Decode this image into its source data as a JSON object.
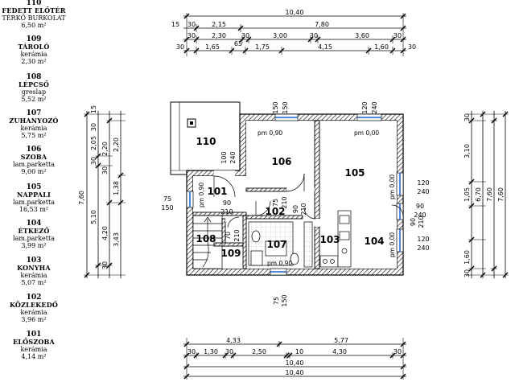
{
  "rooms": [
    {
      "num": "110",
      "name": "FEDETT ELŐTÉR",
      "mat": "TÉRKŐ BURKOLAT",
      "area": "6,50 m²"
    },
    {
      "num": "109",
      "name": "TÁROLÓ",
      "mat": "kerámia",
      "area": "2,30 m²"
    },
    {
      "num": "108",
      "name": "LÉPCSŐ",
      "mat": "greslap",
      "area": "5,52 m²"
    },
    {
      "num": "107",
      "name": "ZUHANYOZÓ",
      "mat": "kerámia",
      "area": "5,75 m²"
    },
    {
      "num": "106",
      "name": "SZOBA",
      "mat": "lam.parketta",
      "area": "9,00 m²"
    },
    {
      "num": "105",
      "name": "NAPPALI",
      "mat": "lam.parketta",
      "area": "16,53 m²"
    },
    {
      "num": "104",
      "name": "ÉTKEZŐ",
      "mat": "lam.parketta",
      "area": "3,99 m²"
    },
    {
      "num": "103",
      "name": "KONYHA",
      "mat": "kerámia",
      "area": "5,07 m²"
    },
    {
      "num": "102",
      "name": "KÖZLEKEDŐ",
      "mat": "kerámia",
      "area": "3,96 m²"
    },
    {
      "num": "101",
      "name": "ELŐSZOBA",
      "mat": "kerámia",
      "area": "4,14 m²"
    }
  ],
  "plan_labels": {
    "r110": "110",
    "r106": "106",
    "r105": "105",
    "r101": "101",
    "r102": "102",
    "r108": "108",
    "r109": "109",
    "r107": "107",
    "r103": "103",
    "r104": "104"
  },
  "level_marks": {
    "pm106": "pm 0,90",
    "pm105": "pm 0,00",
    "pm107": "pm 0,90",
    "pm_v1": "pm 0,00",
    "pm_v2": "pm 0,00",
    "pm_v3": "pm 0,90"
  },
  "top_dims": {
    "total": "10,40",
    "seg_2_15": "2,15",
    "seg_7_80": "7,80",
    "d15": "15",
    "d30a": "30",
    "r2": {
      "a": "30",
      "b": "2,30",
      "c": "30",
      "d": "3,00",
      "e": "30",
      "f": "3,60",
      "g": "30"
    },
    "r3": {
      "a": "30",
      "b": "1,65",
      "c": "65",
      "d": "1,75",
      "e": "4,15",
      "f": "1,60",
      "g": "30"
    }
  },
  "bottom_dims": {
    "r1": {
      "a": "4,33",
      "b": "5,77"
    },
    "r2": {
      "a": "30",
      "b": "1,30",
      "c": "30",
      "d": "2,50",
      "e": "10",
      "f": "4,30",
      "g": "30"
    },
    "r3": "10,40",
    "r4": "10,40"
  },
  "left_dims": {
    "total": "7,60",
    "col1": {
      "a": "5,10",
      "b": "30",
      "c": "2,05",
      "d": "30"
    },
    "col2": {
      "a": "4,20",
      "b": "2,20",
      "c": "30",
      "d": "15",
      "e": "30"
    },
    "col3": {
      "a": "3,43",
      "b": "1,38",
      "c": "2,20"
    }
  },
  "right_dims": {
    "total_a": "7,60",
    "total_b": "7,60",
    "d6_70": "6,70",
    "col1": {
      "a": "3,10",
      "b": "1,05",
      "c": "1,60"
    },
    "col2": {
      "a": "30",
      "b": "30"
    }
  },
  "openings": {
    "w1_h": "150",
    "w1_w": "150",
    "w2_h": "120",
    "w2_w": "240",
    "e1": "120",
    "e1b": "240",
    "e2": "90",
    "e2b": "240",
    "e3": "120",
    "e3b": "240",
    "l1": "75",
    "l1b": "150",
    "b1": "75",
    "b1b": "150",
    "d100": "100",
    "d240": "240",
    "d90a": "90",
    "d210a": "210",
    "d90b": "90",
    "d210b": "210",
    "d75": "75",
    "d210c": "210",
    "d90c": "90",
    "d210d": "210",
    "d70": "70",
    "d210e": "210"
  }
}
